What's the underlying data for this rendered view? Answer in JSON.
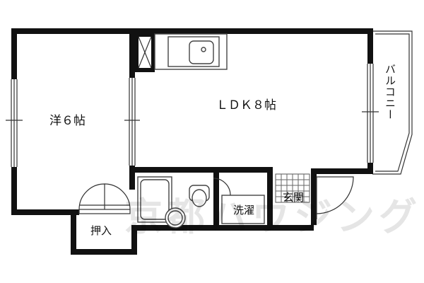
{
  "rooms": {
    "western_room": "洋６帖",
    "ldk": "ＬＤＫ８帖",
    "closet": "押入",
    "washer": "洗濯",
    "entrance": "玄関",
    "balcony": "バルコニー"
  },
  "watermark": "京都ハウジング",
  "colors": {
    "wall": "#111111",
    "line": "#333333",
    "background": "#ffffff",
    "watermark": "#e6e6e6"
  }
}
